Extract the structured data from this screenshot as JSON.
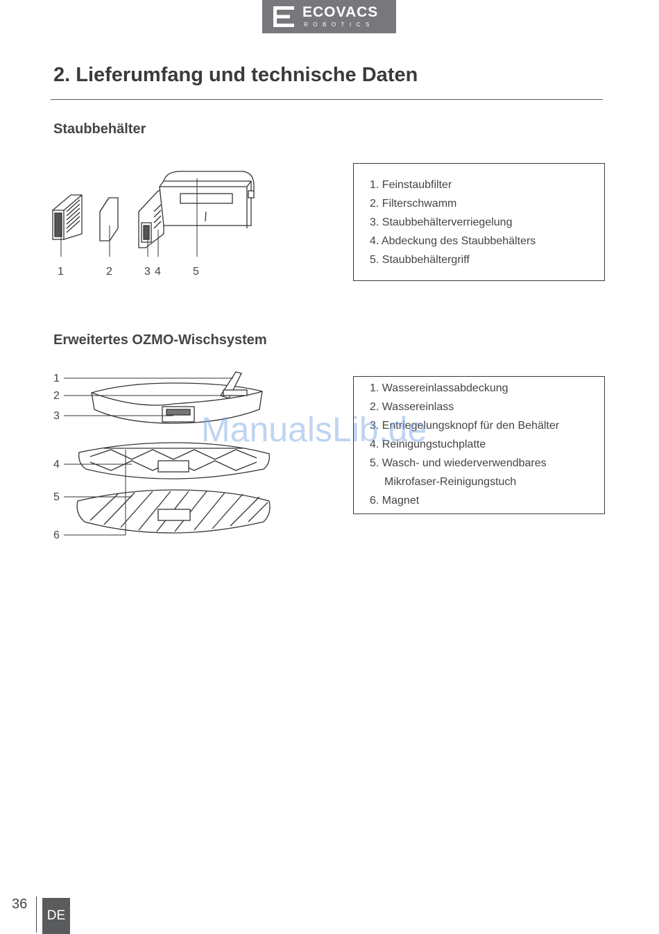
{
  "header": {
    "brand": "ECOVACS",
    "brand_sub": "ROBOTICS"
  },
  "page_title": "2. Lieferumfang und technische Daten",
  "section_dust": {
    "title": "Staubbehälter",
    "callouts": [
      "1",
      "2",
      "3",
      "4",
      "5"
    ],
    "legend": [
      "1. Feinstaubfilter",
      "2. Filterschwamm",
      "3. Staubbehälterverriegelung",
      "4. Abdeckung des Staubbehälters",
      "5. Staubbehältergriff"
    ]
  },
  "section_ozmo": {
    "title": "Erweitertes OZMO-Wischsystem",
    "callouts": [
      "1",
      "2",
      "3",
      "4",
      "5",
      "6"
    ],
    "legend": [
      "1. Wassereinlassabdeckung",
      "2. Wassereinlass",
      "3. Entriegelungsknopf für den Behälter",
      "4. Reinigungstuchplatte",
      "5. Wasch- und wiederverwendbares",
      "Mikrofaser-Reinigungstuch",
      "6. Magnet"
    ]
  },
  "watermark": "ManualsLib.de",
  "footer": {
    "page_number": "36",
    "language": "DE"
  }
}
